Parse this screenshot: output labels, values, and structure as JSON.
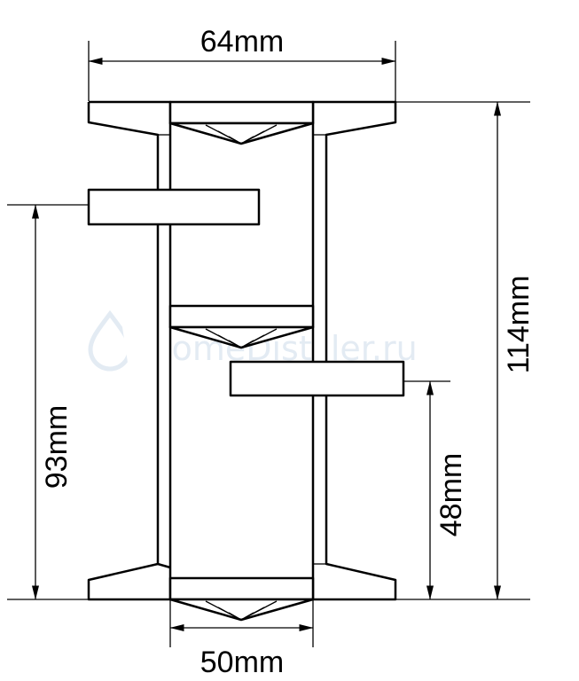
{
  "dimensions": {
    "top_width": "64mm",
    "bottom_width": "50mm",
    "total_height": "114mm",
    "left_height": "93mm",
    "right_height": "48mm"
  },
  "watermark": {
    "text": "HomeDistiller.ru",
    "icon": "water-drop-icon",
    "color": "#e3ebf3"
  },
  "colors": {
    "line": "#000000",
    "background": "#ffffff"
  }
}
